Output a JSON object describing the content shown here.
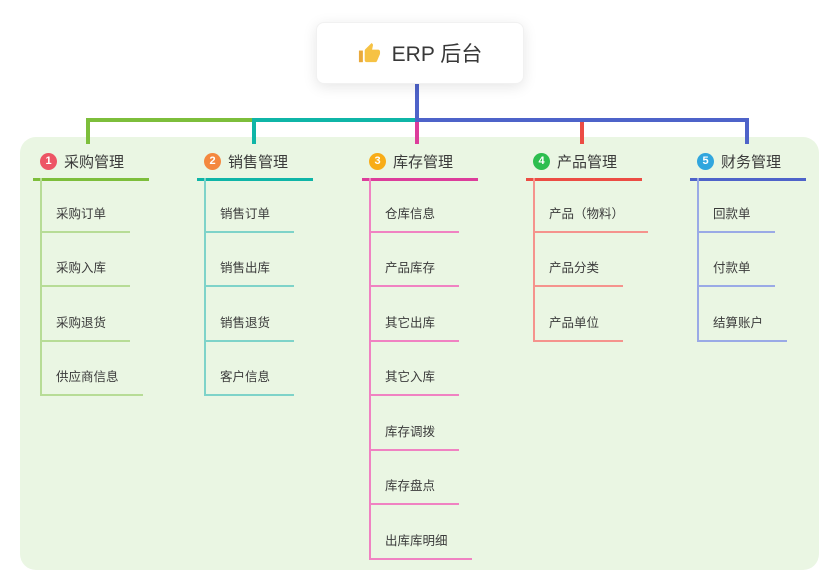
{
  "root": {
    "label": "ERP 后台",
    "icon": "thumbs-up"
  },
  "branches": [
    {
      "number": "1",
      "label": "采购管理",
      "badge_color": "#ED5565",
      "line_color": "#7DBE3B",
      "child_line_color": "#B7DC96",
      "children": [
        "采购订单",
        "采购入库",
        "采购退货",
        "供应商信息"
      ]
    },
    {
      "number": "2",
      "label": "销售管理",
      "badge_color": "#F4883F",
      "line_color": "#0FB5A7",
      "child_line_color": "#7ED3C9",
      "children": [
        "销售订单",
        "销售出库",
        "销售退货",
        "客户信息"
      ]
    },
    {
      "number": "3",
      "label": "库存管理",
      "badge_color": "#F8AC17",
      "line_color": "#DC3D9B",
      "child_line_color": "#F082C2",
      "children": [
        "仓库信息",
        "产品库存",
        "其它出库",
        "其它入库",
        "库存调拨",
        "库存盘点",
        "出库库明细"
      ]
    },
    {
      "number": "4",
      "label": "产品管理",
      "badge_color": "#2DBE4F",
      "line_color": "#EC4C44",
      "child_line_color": "#F5938D",
      "children": [
        "产品（物料）",
        "产品分类",
        "产品单位"
      ]
    },
    {
      "number": "5",
      "label": "财务管理",
      "badge_color": "#31A6DE",
      "line_color": "#4E63C9",
      "child_line_color": "#9AAAE6",
      "children": [
        "回款单",
        "付款单",
        "结算账户"
      ]
    }
  ],
  "colors": {
    "panel_bg": "#EAF6E3",
    "root_connector": "#4E63C9",
    "thumb_icon": "#F6C244"
  }
}
